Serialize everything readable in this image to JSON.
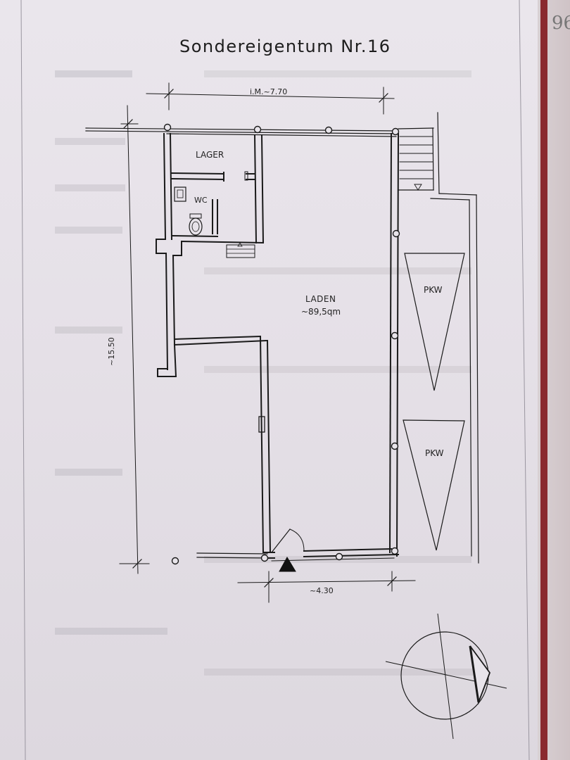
{
  "title": "Sondereigentum Nr.16",
  "dimensions": {
    "top_width": "i.M.~7.70",
    "height": "~15.50",
    "bottom_width": "~4.30"
  },
  "rooms": {
    "storage": "LAGER",
    "toilet": "WC",
    "shop_name": "LADEN",
    "shop_area": "~89,5qm"
  },
  "parking": [
    "PKW",
    "PKW"
  ],
  "margin_mark": "96"
}
